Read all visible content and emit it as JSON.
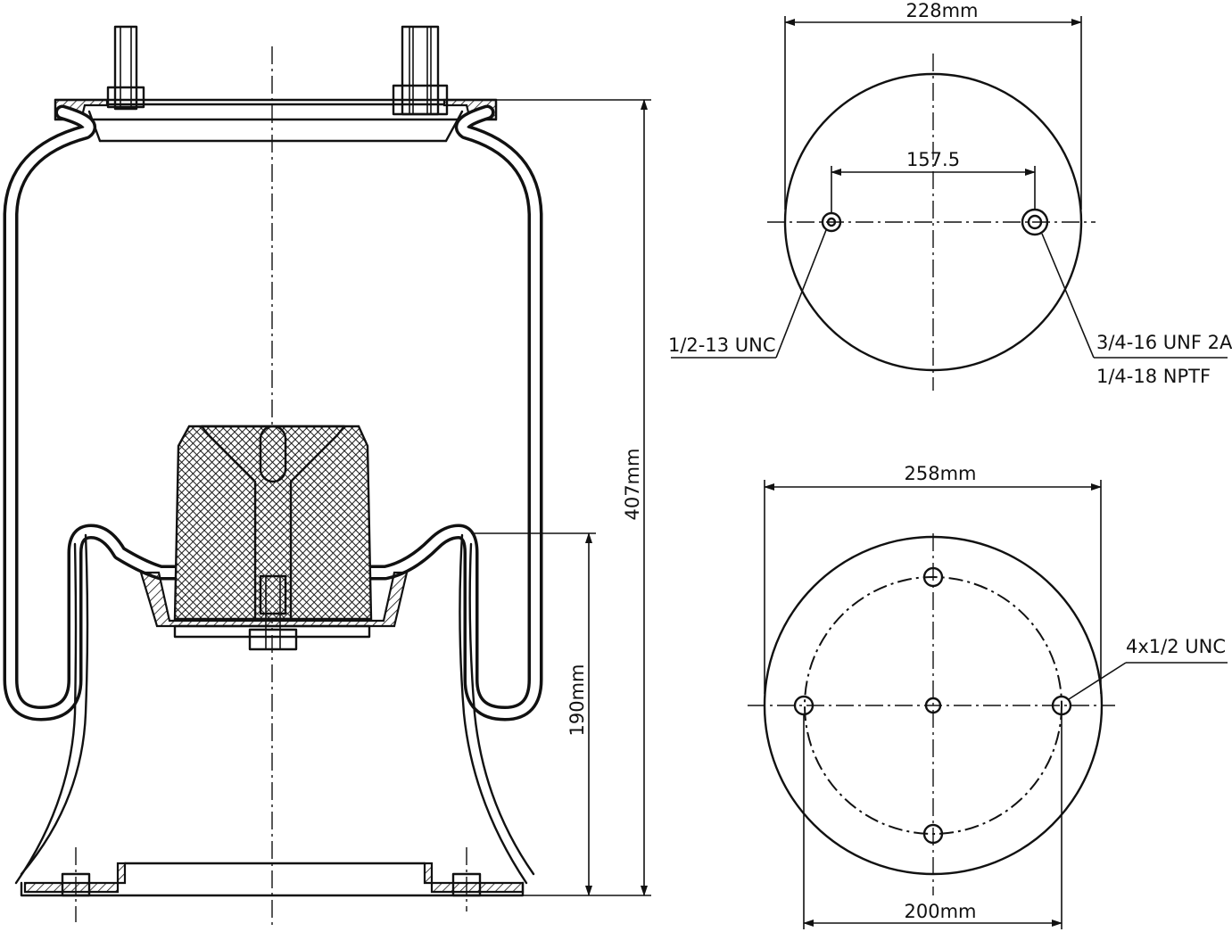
{
  "top_view": {
    "diameter_label": "228mm",
    "hole_spacing_label": "157.5",
    "left_hole_label": "1/2-13 UNC",
    "right_hole_label_1": "3/4-16 UNF 2A",
    "right_hole_label_2": "1/4-18 NPTF"
  },
  "bottom_view": {
    "diameter_label": "258mm",
    "bolt_circle_label": "200mm",
    "holes_label": "4x1/2 UNC"
  },
  "side_view": {
    "overall_height_label": "407mm",
    "piston_height_label": "190mm"
  }
}
